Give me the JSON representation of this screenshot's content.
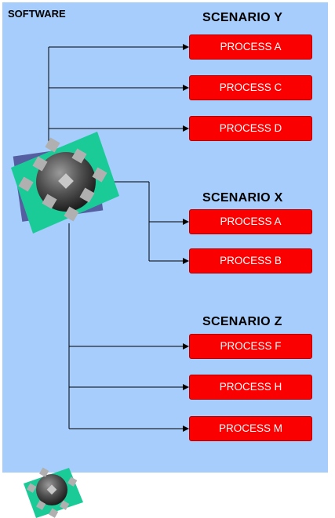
{
  "diagram": {
    "software_label": "SOFTWARE",
    "scenarios": [
      {
        "title": "SCENARIO Y",
        "processes": [
          "PROCESS A",
          "PROCESS C",
          "PROCESS D"
        ]
      },
      {
        "title": "SCENARIO X",
        "processes": [
          "PROCESS A",
          "PROCESS B"
        ]
      },
      {
        "title": "SCENARIO Z",
        "processes": [
          "PROCESS F",
          "PROCESS H",
          "PROCESS M"
        ]
      }
    ],
    "colors": {
      "panel": "#a6cdfb",
      "process_box": "#fb0000",
      "process_text": "#ffffff",
      "hub_square": "#1acb98",
      "hub_back_square": "#555ea0",
      "hub_sphere": "#4a4a4a",
      "hub_tabs": "#b0b0b0"
    },
    "icons": [
      "software-hub-icon",
      "software-hub-icon-small"
    ]
  }
}
